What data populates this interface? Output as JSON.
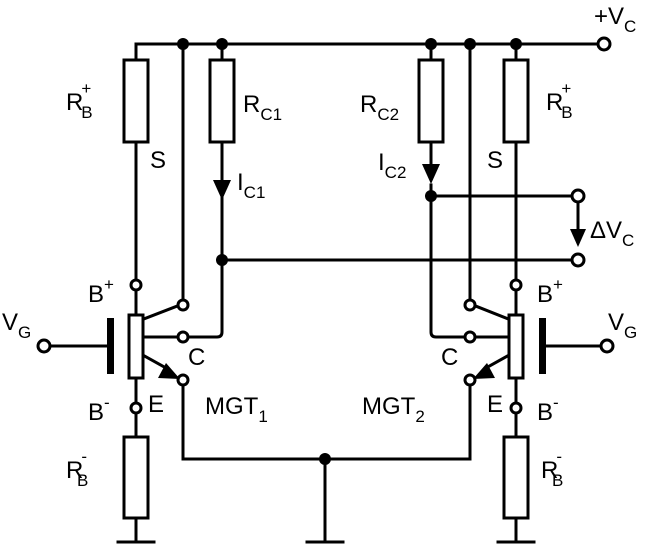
{
  "labels": {
    "vc": {
      "main": "+V",
      "sub": "C"
    },
    "rb_plus_left": {
      "main": "R",
      "sub": "B",
      "sup": "+"
    },
    "rb_plus_right": {
      "main": "R",
      "sub": "B",
      "sup": "+"
    },
    "rc1": {
      "main": "R",
      "sub": "C1"
    },
    "rc2": {
      "main": "R",
      "sub": "C2"
    },
    "ic1": {
      "main": "I",
      "sub": "C1"
    },
    "ic2": {
      "main": "I",
      "sub": "C2"
    },
    "s_left": "S",
    "s_right": "S",
    "delta_vc": {
      "main": "ΔV",
      "sub": "C"
    },
    "b_plus_left": {
      "main": "B",
      "sup": "+"
    },
    "b_plus_right": {
      "main": "B",
      "sup": "+"
    },
    "vg_left": {
      "main": "V",
      "sub": "G"
    },
    "vg_right": {
      "main": "V",
      "sub": "G"
    },
    "c_left": "C",
    "c_right": "C",
    "b_minus_left": {
      "main": "B",
      "sup": "-"
    },
    "b_minus_right": {
      "main": "B",
      "sup": "-"
    },
    "e_left": "E",
    "e_right": "E",
    "mgt1": {
      "main": "MGT",
      "sub": "1"
    },
    "mgt2": {
      "main": "MGT",
      "sub": "2"
    },
    "rb_minus_left": {
      "main": "R",
      "sub": "B",
      "sup": "-"
    },
    "rb_minus_right": {
      "main": "R",
      "sub": "B",
      "sup": "-"
    }
  }
}
